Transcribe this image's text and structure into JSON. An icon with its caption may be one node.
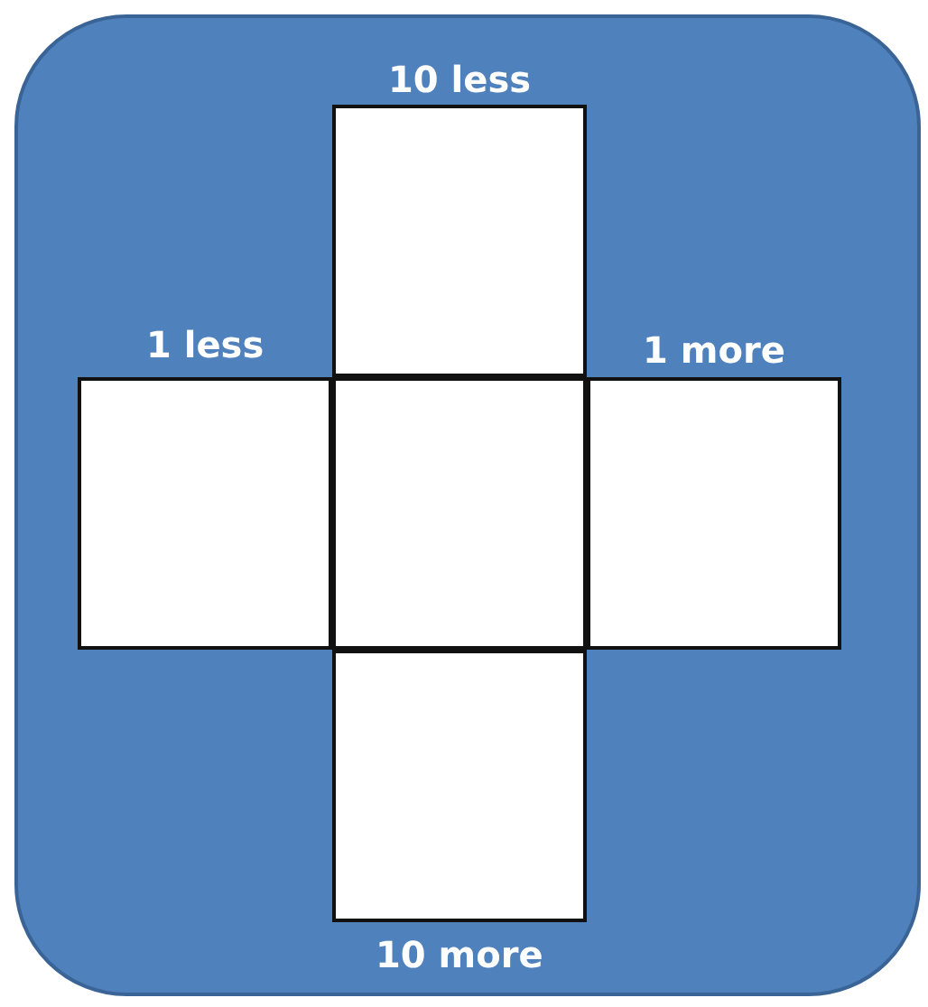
{
  "diagram": {
    "nodes": [
      {
        "text": [
          "10 less"
        ]
      },
      {
        "text": [
          "1 less"
        ]
      },
      {
        "text": [],
        "shape": "box"
      },
      {
        "text": [
          "1 more"
        ]
      },
      {
        "text": [
          "10 more"
        ]
      }
    ]
  }
}
